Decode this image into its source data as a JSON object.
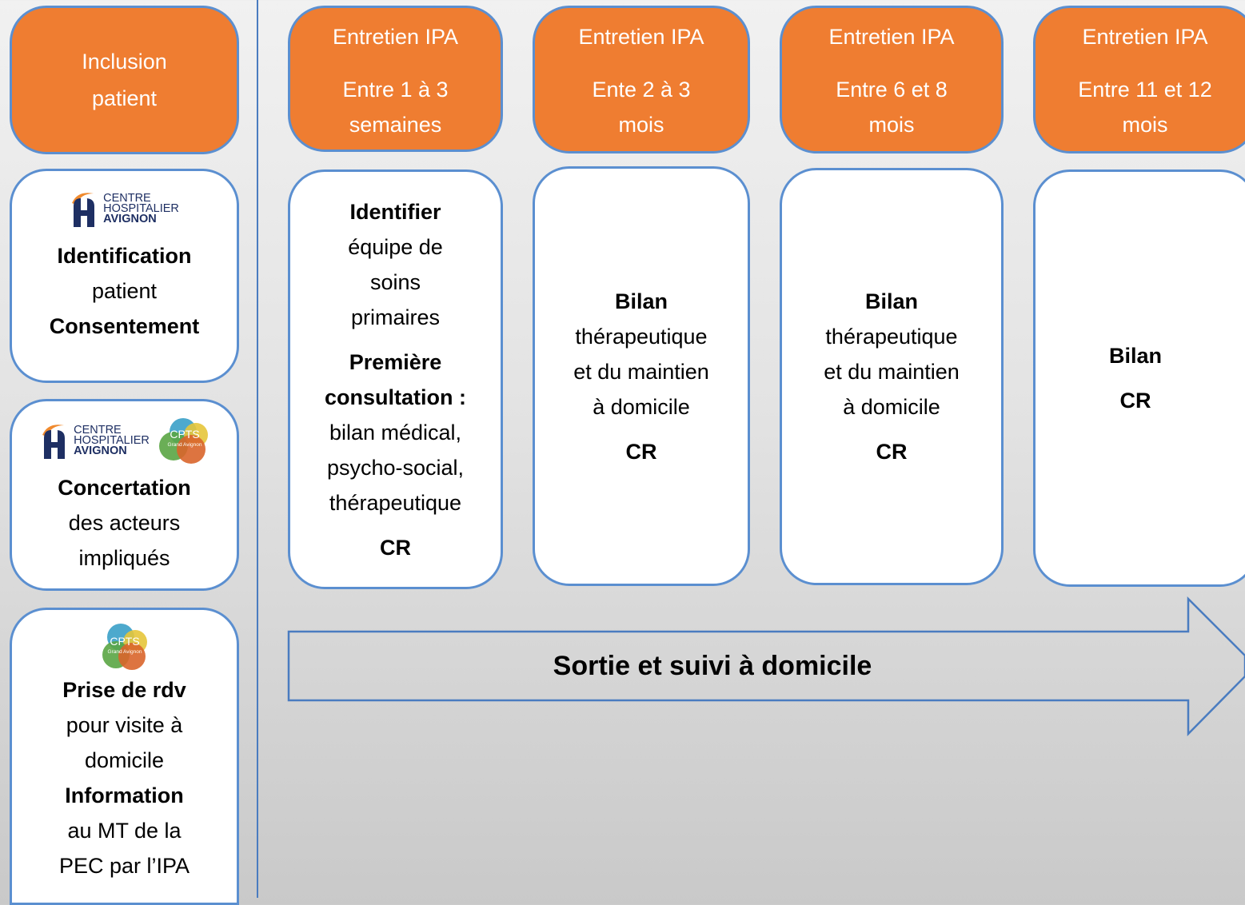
{
  "left_column": {
    "inclusion": [
      "Inclusion",
      "patient"
    ],
    "identification_card": {
      "logo": "CENTRE HOSPITALIER AVIGNON",
      "lines": [
        {
          "text": "Identification",
          "bold": true
        },
        {
          "text": "patient",
          "bold": false
        },
        {
          "text": "Consentement",
          "bold": true
        }
      ]
    },
    "concertation_card": {
      "logo_ch": "CENTRE HOSPITALIER AVIGNON",
      "logo_cpts": "CPTS Grand Avignon",
      "lines": [
        {
          "text": "Concertation",
          "bold": true
        },
        {
          "text": "des acteurs",
          "bold": false
        },
        {
          "text": "impliqués",
          "bold": false
        }
      ]
    },
    "rdv_card": {
      "logo_cpts": "CPTS Grand Avignon",
      "lines": [
        {
          "text": "Prise de rdv",
          "bold": true
        },
        {
          "text": "pour visite à",
          "bold": false
        },
        {
          "text": "domicile",
          "bold": false
        },
        {
          "text": "Information",
          "bold": true
        },
        {
          "text": "au MT de la",
          "bold": false
        },
        {
          "text": "PEC par l’IPA",
          "bold": false
        }
      ]
    }
  },
  "logos": {
    "ch_line1": "CENTRE",
    "ch_line2": "HOSPITALIER",
    "ch_line3": "AVIGNON",
    "cpts_main": "CPTS",
    "cpts_sub": "Grand Avignon"
  },
  "steps": [
    {
      "header_title": "Entretien IPA",
      "header_period": [
        "Entre 1 à 3",
        "semaines"
      ],
      "body": [
        {
          "text": "Identifier",
          "bold": true
        },
        {
          "text": "équipe de",
          "bold": false
        },
        {
          "text": "soins",
          "bold": false
        },
        {
          "text": "primaires",
          "bold": false
        },
        {
          "text": "Première",
          "bold": true,
          "gap": true
        },
        {
          "text": "consultation :",
          "bold": true
        },
        {
          "text": "bilan médical,",
          "bold": false
        },
        {
          "text": "psycho-social,",
          "bold": false
        },
        {
          "text": "thérapeutique",
          "bold": false
        },
        {
          "text": "CR",
          "bold": true,
          "gap": true
        }
      ]
    },
    {
      "header_title": "Entretien IPA",
      "header_period": [
        "Ente 2 à 3",
        "mois"
      ],
      "body": [
        {
          "text": "Bilan",
          "bold": true
        },
        {
          "text": "thérapeutique",
          "bold": false
        },
        {
          "text": "et du maintien",
          "bold": false
        },
        {
          "text": "à domicile",
          "bold": false
        },
        {
          "text": "CR",
          "bold": true,
          "gap": true
        }
      ]
    },
    {
      "header_title": "Entretien IPA",
      "header_period": [
        "Entre 6 et 8",
        "mois"
      ],
      "body": [
        {
          "text": "Bilan",
          "bold": true
        },
        {
          "text": "thérapeutique",
          "bold": false
        },
        {
          "text": "et du maintien",
          "bold": false
        },
        {
          "text": "à domicile",
          "bold": false
        },
        {
          "text": "CR",
          "bold": true,
          "gap": true
        }
      ]
    },
    {
      "header_title": "Entretien IPA",
      "header_period": [
        "Entre 11 et 12",
        "mois"
      ],
      "body": [
        {
          "text": "Bilan",
          "bold": true
        },
        {
          "text": "CR",
          "bold": true,
          "gap": true
        }
      ]
    }
  ],
  "arrow": {
    "label": "Sortie et suivi à domicile"
  },
  "colors": {
    "orange": "#ef7d31",
    "border": "#5b8fd0",
    "separator": "#4a7cc0"
  }
}
